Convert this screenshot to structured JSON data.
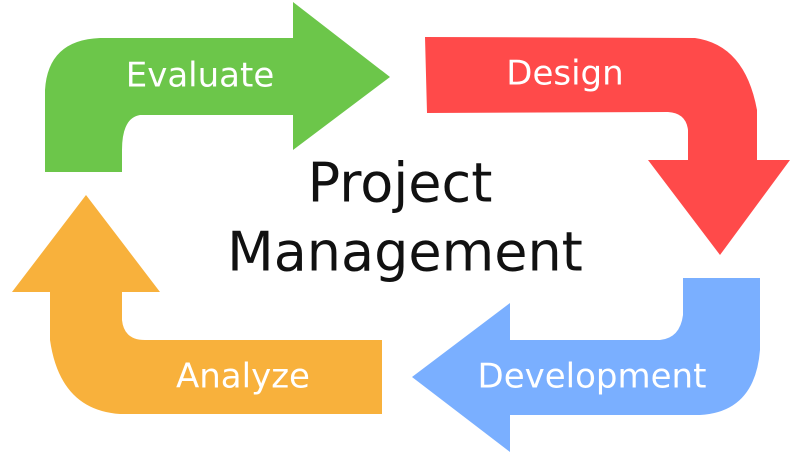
{
  "title": {
    "line1": "Project",
    "line2": "Management"
  },
  "steps": [
    {
      "label": "Evaluate",
      "color": "#6CC64A"
    },
    {
      "label": "Design",
      "color": "#FF4A4A"
    },
    {
      "label": "Development",
      "color": "#7AAFFF"
    },
    {
      "label": "Analyze",
      "color": "#F8B13C"
    }
  ]
}
